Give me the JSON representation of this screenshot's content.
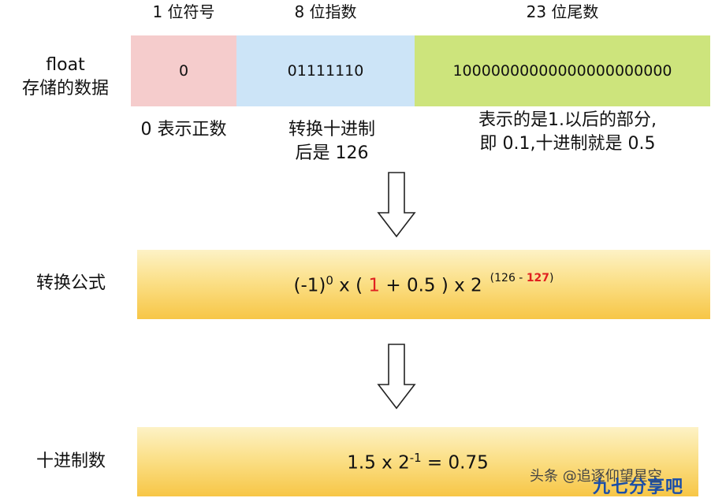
{
  "header": {
    "sign_bits": "1 位符号",
    "exponent_bits": "8 位指数",
    "mantissa_bits": "23 位尾数"
  },
  "float_label": {
    "line1": "float",
    "line2": "存储的数据"
  },
  "bits": {
    "sign": "0",
    "exponent": "01111110",
    "mantissa": "10000000000000000000000"
  },
  "notes": {
    "sign": "0 表示正数",
    "exponent_line1": "转换十进制",
    "exponent_line2": "后是 126",
    "mantissa_line1": "表示的是1.以后的部分,",
    "mantissa_line2": "即 0.1,十进制就是 0.5"
  },
  "formula": {
    "label": "转换公式",
    "open": "(-1)",
    "sign_power": "0",
    "mid1": " x ( ",
    "implicit_one": "1",
    "mid2": " + 0.5 ) x 2",
    "exp_open": "(126 - ",
    "bias": "127",
    "exp_close": ")"
  },
  "decimal": {
    "label": "十进制数",
    "base": "1.5 x 2",
    "power": "-1",
    "result": " = 0.75"
  },
  "watermark": {
    "text": "头条 @追逐仰望星空",
    "logo": "九七分享吧"
  },
  "colors": {
    "sign_bg": "#f5cccc",
    "exponent_bg": "#cce4f7",
    "mantissa_bg": "#cde47c",
    "band_gradient_top": "#fdf2c6",
    "band_gradient_bottom": "#f7c646",
    "highlight_red": "#e02020"
  }
}
